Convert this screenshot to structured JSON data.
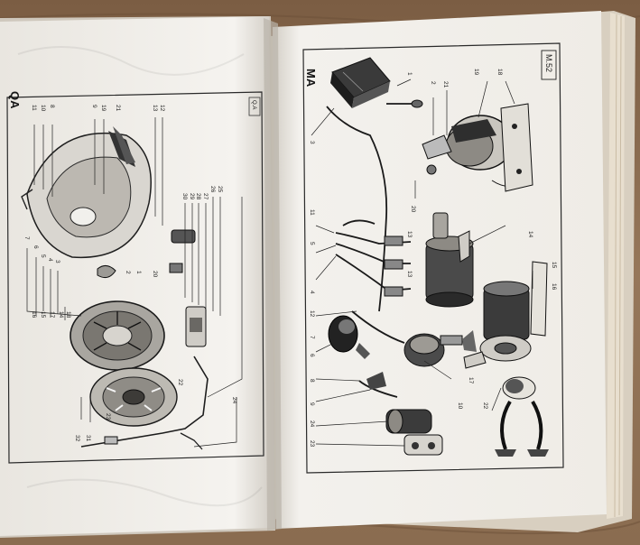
{
  "left_page": {
    "section_code": "QA",
    "corner_code": "Q.A",
    "callouts": [
      "11",
      "10",
      "8",
      "9",
      "21",
      "19",
      "13",
      "12",
      "30",
      "29",
      "28",
      "27",
      "26",
      "25",
      "7",
      "6",
      "5",
      "4",
      "3",
      "20",
      "1",
      "2",
      "14",
      "16",
      "15",
      "18",
      "17",
      "22",
      "23",
      "24",
      "32",
      "31"
    ]
  },
  "right_page": {
    "section_code": "MA",
    "plate_number": "M.52",
    "callouts": [
      "1",
      "2",
      "21",
      "19",
      "18",
      "3",
      "20",
      "11",
      "13",
      "14",
      "5",
      "4",
      "15",
      "16",
      "12",
      "13",
      "7",
      "6",
      "17",
      "8",
      "9",
      "10",
      "22",
      "23",
      "24"
    ]
  }
}
